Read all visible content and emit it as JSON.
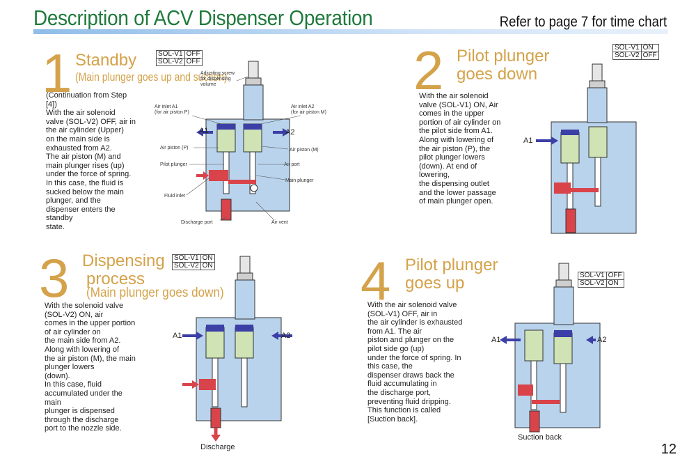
{
  "header": {
    "title": "Description of ACV Dispenser Operation",
    "refer": "Refer to page 7 for time chart"
  },
  "steps": [
    {
      "num": "1",
      "title": "Standby",
      "subtitle": "(Main plunger goes up and suction)",
      "sol": [
        [
          "SOL-V1",
          "OFF"
        ],
        [
          "SOL-V2",
          "OFF"
        ]
      ],
      "text": "(Continuation from Step\n[4])\nWith the air solenoid\nvalve (SOL-V2) OFF, air in\nthe air cylinder (Upper)\non the main side is\nexhausted from A2.\nThe air piston (M) and\nmain plunger rises (up)\nunder the force of spring.\nIn this case, the fluid is\nsucked below the main\nplunger, and the\ndispenser enters the\nstandby\nstate.",
      "labels": {
        "adjust": "Adjusting screw\nfor dispensing\nvolume",
        "inletA1": "Air inlet A1\n(for air piston P)",
        "inletA2": "Air inlet A2\n(for air piston M)",
        "pistonP": "Air piston (P)",
        "pistonM": "Air piston (M)",
        "pilot": "Pilot plunger",
        "airport": "Air port",
        "main": "Main plunger",
        "fluid": "Fluid inlet",
        "discharge": "Discharge port",
        "vent": "Air vent",
        "a1": "A1",
        "a2": "A2"
      }
    },
    {
      "num": "2",
      "title": "Pilot plunger",
      "title2": "goes down",
      "sol": [
        [
          "SOL-V1",
          "ON"
        ],
        [
          "SOL-V2",
          "OFF"
        ]
      ],
      "text": "With the air solenoid\nvalve (SOL-V1) ON, Air\ncomes in the upper\nportion of air cylinder on\nthe pilot side from A1.\nAlong with lowering of\nthe air piston (P), the\npilot plunger lowers\n(down). At end of\nlowering,\nthe dispensing outlet\nand the lower passage\nof main plunger open.",
      "a1": "A1"
    },
    {
      "num": "3",
      "title": "Dispensing",
      "title2": "process",
      "subtitle": "(Main plunger goes down)",
      "sol": [
        [
          "SOL-V1",
          "ON"
        ],
        [
          "SOL-V2",
          "ON"
        ]
      ],
      "text": "With the solenoid valve\n(SOL-V2) ON, air\ncomes in the upper portion\nof air cylinder on\nthe main side from A2.\nAlong with lowering of\nthe air piston (M), the main\nplunger lowers\n(down).\nIn this case, fluid\naccumulated under the\nmain\nplunger is dispensed\nthrough the discharge\nport to the nozzle side.",
      "a1": "A1",
      "a2": "A2",
      "discharge": "Discharge"
    },
    {
      "num": "4",
      "title": "Pilot plunger",
      "title2": "goes up",
      "sol": [
        [
          "SOL-V1",
          "OFF"
        ],
        [
          "SOL-V2",
          "ON"
        ]
      ],
      "text": "With the air solenoid valve\n(SOL-V1) OFF, air in\nthe air cylinder is exhausted\nfrom A1. The air\npiston and plunger on the\npilot side go (up)\nunder the force of spring. In\nthis case, the\ndispenser draws back the\nfluid accumulating in\nthe discharge port,\npreventing fluid dripping.\nThis function is called\n[Suction back].",
      "a1": "A1",
      "a2": "A2",
      "suction": "Suction back"
    }
  ],
  "page_number": "12",
  "colors": {
    "title_green": "#1f7a3c",
    "step_gold": "#d4a24a",
    "body_blue": "#b9d3ec",
    "air_purple": "#3b3fa6",
    "fluid_red": "#d9434a",
    "piston_green": "#cfe3b5"
  }
}
